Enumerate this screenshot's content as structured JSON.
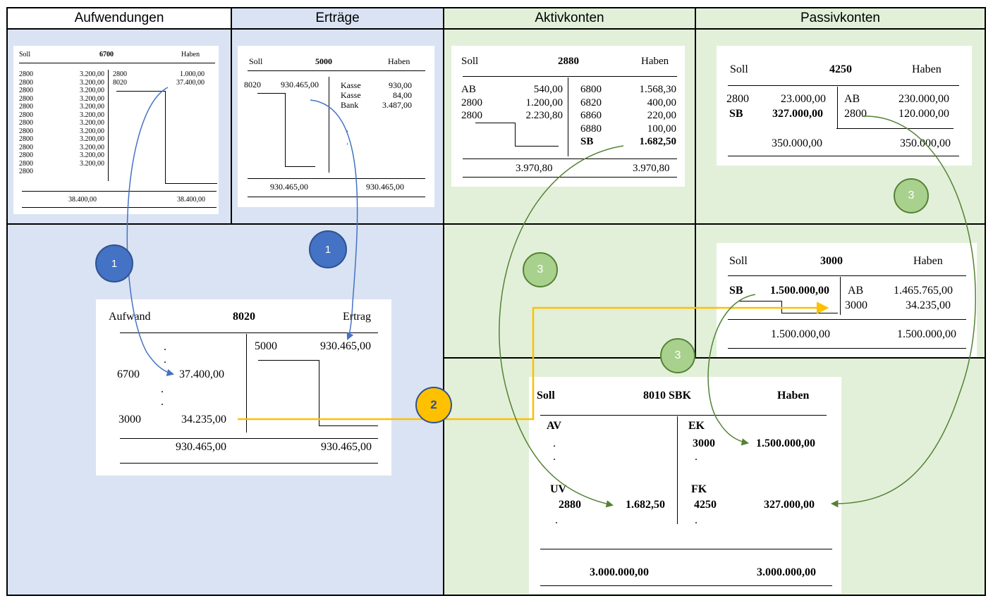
{
  "headers": {
    "aufwendungen": "Aufwendungen",
    "ertraege": "Erträge",
    "aktivkonten": "Aktivkonten",
    "passivkonten": "Passivkonten"
  },
  "acc6700": {
    "soll": "Soll",
    "nr": "6700",
    "haben": "Haben",
    "left_labels": [
      "2800",
      "2800",
      "2800",
      "2800",
      "2800",
      "2800",
      "2800",
      "2800",
      "2800",
      "2800",
      "2800",
      "2800",
      "2800"
    ],
    "left_values": [
      "3.200,00",
      "3.200,00",
      "3.200,00",
      "3.200,00",
      "3.200,00",
      "3.200,00",
      "3.200,00",
      "3.200,00",
      "3.200,00",
      "3.200,00",
      "3.200,00",
      "3.200,00"
    ],
    "right_labels": [
      "2800",
      "8020"
    ],
    "right_values": [
      "1.000,00",
      "37.400,00"
    ],
    "total_left": "38.400,00",
    "total_right": "38.400,00"
  },
  "acc5000": {
    "soll": "Soll",
    "nr": "5000",
    "haben": "Haben",
    "left_label": "8020",
    "left_value": "930.465,00",
    "right_labels": [
      "Kasse",
      "Kasse",
      "Bank"
    ],
    "right_values": [
      "930,00",
      "84,00",
      "3.487,00"
    ],
    "dot": ".",
    "total_left": "930.465,00",
    "total_right": "930.465,00"
  },
  "acc2880": {
    "soll": "Soll",
    "nr": "2880",
    "haben": "Haben",
    "left_labels": [
      "AB",
      "2800",
      "2800"
    ],
    "left_values": [
      "540,00",
      "1.200,00",
      "2.230,80"
    ],
    "right_labels": [
      "6800",
      "6820",
      "6860",
      "6880",
      "SB"
    ],
    "right_values": [
      "1.568,30",
      "400,00",
      "220,00",
      "100,00",
      "1.682,50"
    ],
    "total_left": "3.970,80",
    "total_right": "3.970,80"
  },
  "acc4250": {
    "soll": "Soll",
    "nr": "4250",
    "haben": "Haben",
    "left_labels": [
      "2800",
      "SB"
    ],
    "left_values": [
      "23.000,00",
      "327.000,00"
    ],
    "right_labels": [
      "AB",
      "2800"
    ],
    "right_values": [
      "230.000,00",
      "120.000,00"
    ],
    "total_left": "350.000,00",
    "total_right": "350.000,00"
  },
  "acc3000": {
    "soll": "Soll",
    "nr": "3000",
    "haben": "Haben",
    "left_label": "SB",
    "left_value": "1.500.000,00",
    "right_labels": [
      "AB",
      "3000"
    ],
    "right_values": [
      "1.465.765,00",
      "34.235,00"
    ],
    "total_left": "1.500.000,00",
    "total_right": "1.500.000,00"
  },
  "acc8020": {
    "soll": "Aufwand",
    "nr": "8020",
    "haben": "Ertrag",
    "dot": ".",
    "left_row1_label": "6700",
    "left_row1_value": "37.400,00",
    "left_row2_label": "3000",
    "left_row2_value": "34.235,00",
    "right_label": "5000",
    "right_value": "930.465,00",
    "total_left": "930.465,00",
    "total_right": "930.465,00"
  },
  "acc8010": {
    "soll": "Soll",
    "nr": "8010 SBK",
    "haben": "Haben",
    "av": "AV",
    "uv": "UV",
    "ek": "EK",
    "fk": "FK",
    "dot": ".",
    "uv_label": "2880",
    "uv_value": "1.682,50",
    "ek_label": "3000",
    "ek_value": "1.500.000,00",
    "fk_label": "4250",
    "fk_value": "327.000,00",
    "total_left": "3.000.000,00",
    "total_right": "3.000.000,00"
  },
  "markers": {
    "step1": "1",
    "step2": "2",
    "step3": "3"
  },
  "colors": {
    "blue_bg": "#dae3f3",
    "green_bg": "#e2f0d9",
    "blue_arrow": "#4472c4",
    "green_arrow": "#548235",
    "yellow_arrow": "#ffc000"
  }
}
